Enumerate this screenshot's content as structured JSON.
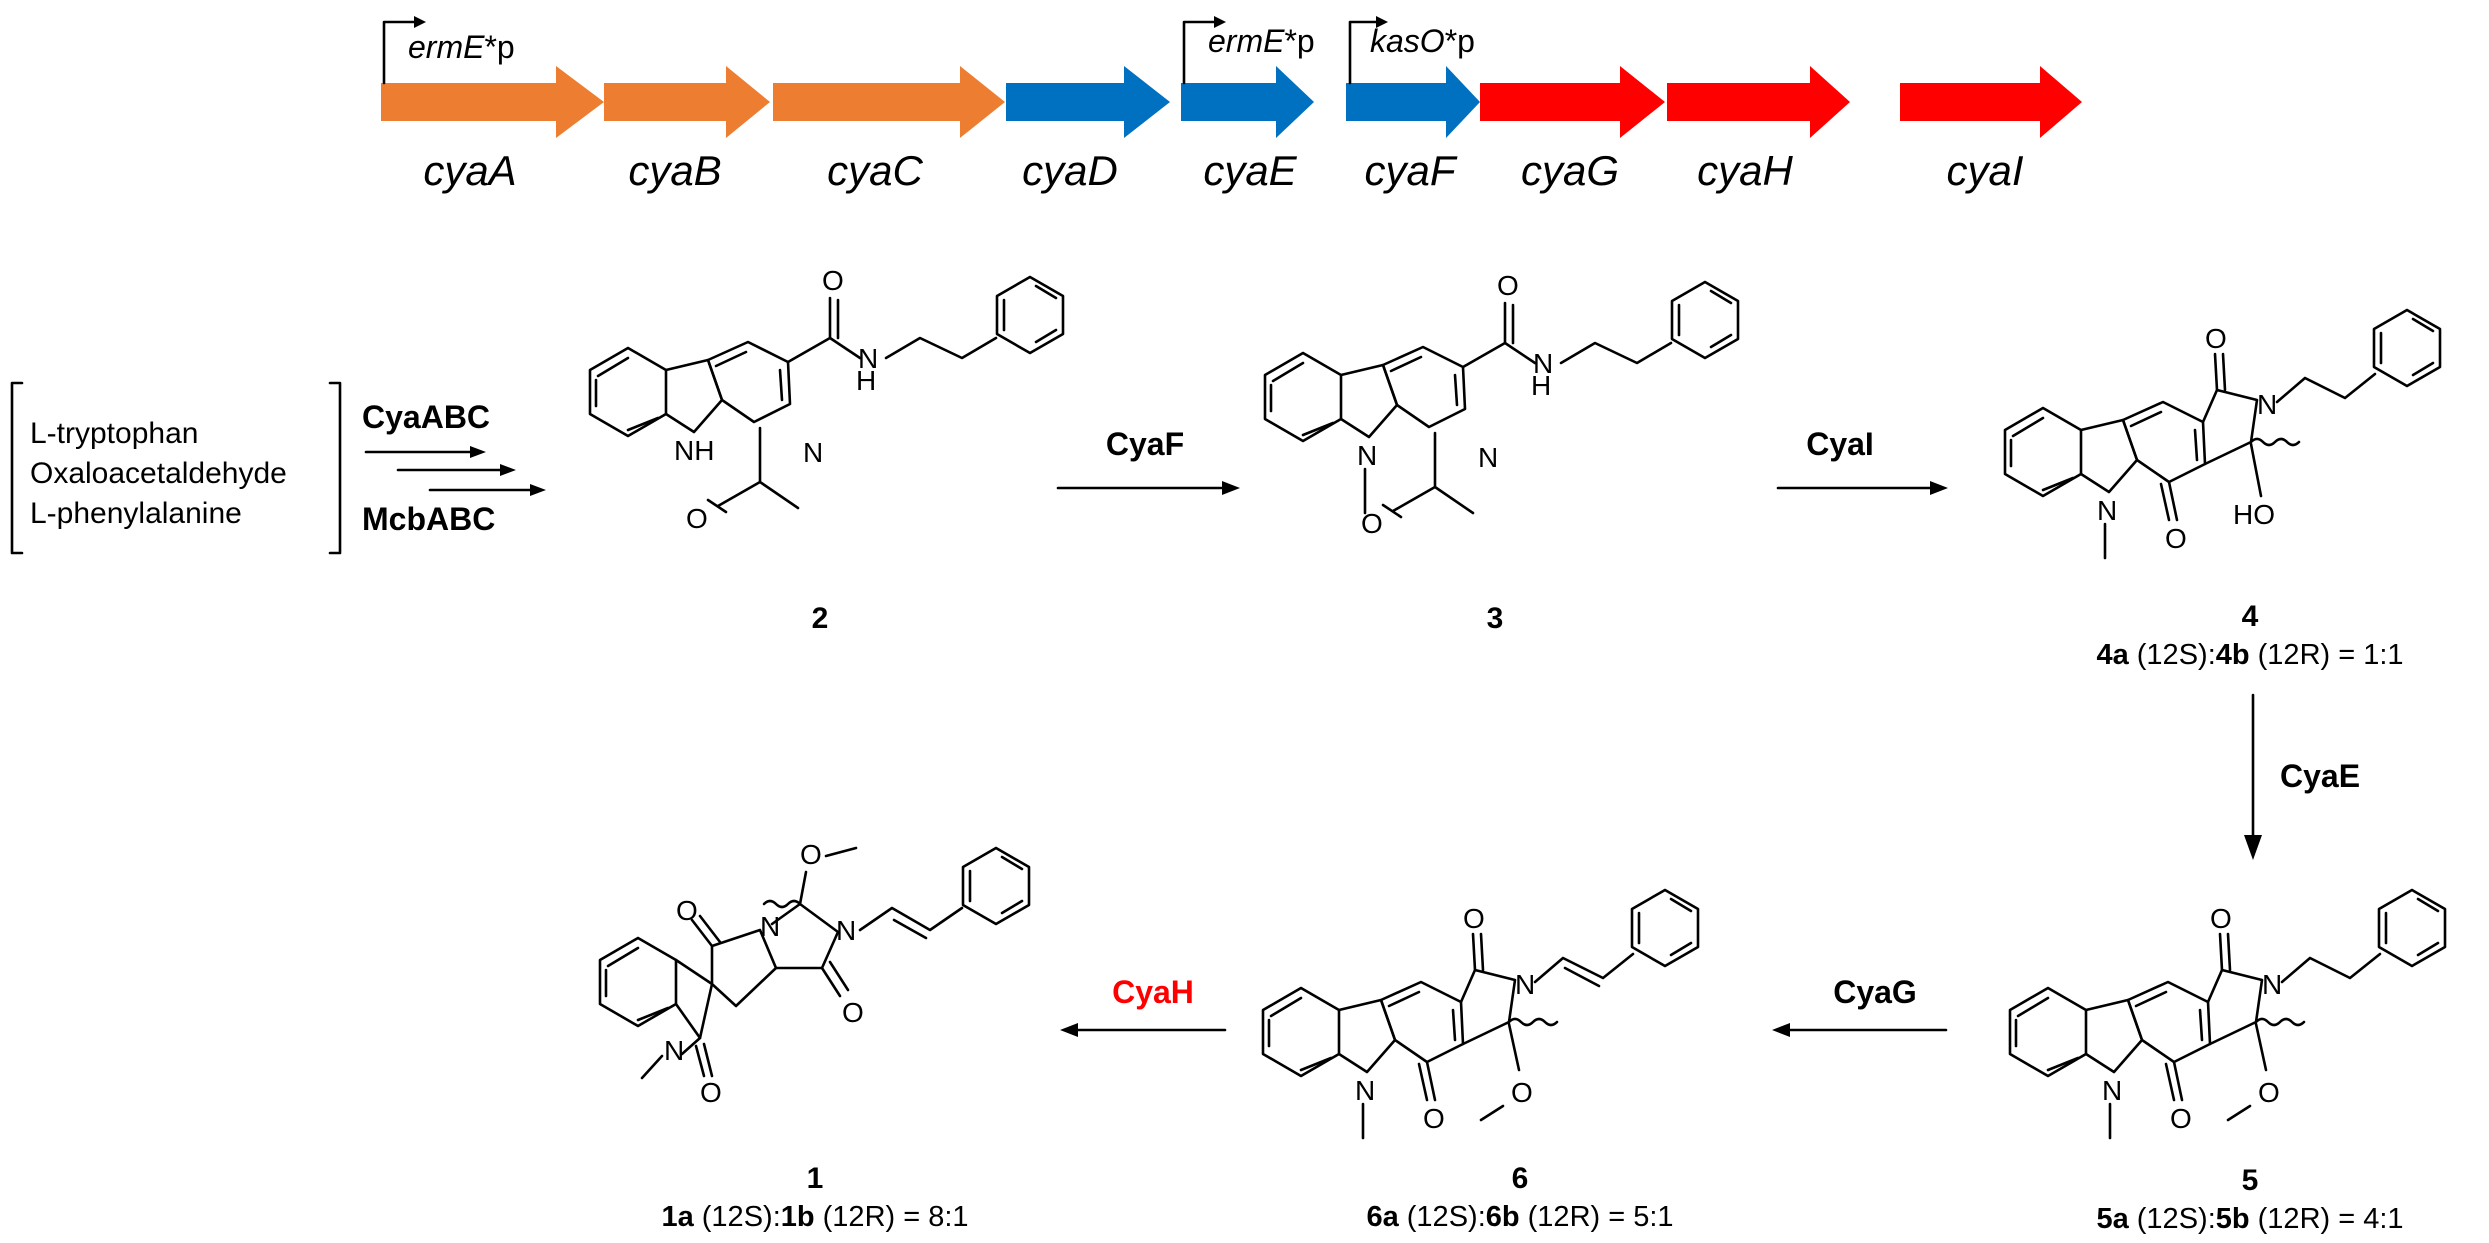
{
  "colors": {
    "orange": "#ed7d31",
    "blue": "#0070c0",
    "red": "#ff0000",
    "black": "#000000"
  },
  "genes": [
    {
      "name": "cyaA",
      "color": "orange"
    },
    {
      "name": "cyaB",
      "color": "orange"
    },
    {
      "name": "cyaC",
      "color": "orange"
    },
    {
      "name": "cyaD",
      "color": "blue"
    },
    {
      "name": "cyaE",
      "color": "blue"
    },
    {
      "name": "cyaF",
      "color": "blue"
    },
    {
      "name": "cyaG",
      "color": "red"
    },
    {
      "name": "cyaH",
      "color": "red"
    },
    {
      "name": "cyaI",
      "color": "red"
    }
  ],
  "promoters": [
    {
      "name": "ermE",
      "suffix": "*p"
    },
    {
      "name": "ermE",
      "suffix": "*p"
    },
    {
      "name": "kasO",
      "suffix": "*p"
    }
  ],
  "precursors": [
    "L-tryptophan",
    "Oxaloacetaldehyde",
    "L-phenylalanine"
  ],
  "enzymes": {
    "cyaabc": "CyaABC",
    "mcbabc": "McbABC",
    "cyaf": "CyaF",
    "cyai": "CyaI",
    "cyae": "CyaE",
    "cyag": "CyaG",
    "cyah": "CyaH"
  },
  "compounds": {
    "c2": {
      "label": "2"
    },
    "c3": {
      "label": "3"
    },
    "c4": {
      "label": "4",
      "ratio": {
        "a": "4a",
        "s": " (12S):",
        "b": "4b",
        "r": " (12R) = 1:1"
      }
    },
    "c5": {
      "label": "5",
      "ratio": {
        "a": "5a",
        "s": " (12S):",
        "b": "5b",
        "r": " (12R) = 4:1"
      }
    },
    "c6": {
      "label": "6",
      "ratio": {
        "a": "6a",
        "s": " (12S):",
        "b": "6b",
        "r": " (12R) = 5:1"
      }
    },
    "c1": {
      "label": "1",
      "ratio": {
        "a": "1a",
        "s": " (12S):",
        "b": "1b",
        "r": " (12R) = 8:1"
      }
    }
  },
  "atoms": {
    "N": "N",
    "NH_a": "NH",
    "NH_b": "H",
    "O": "O",
    "HO": "HO"
  }
}
